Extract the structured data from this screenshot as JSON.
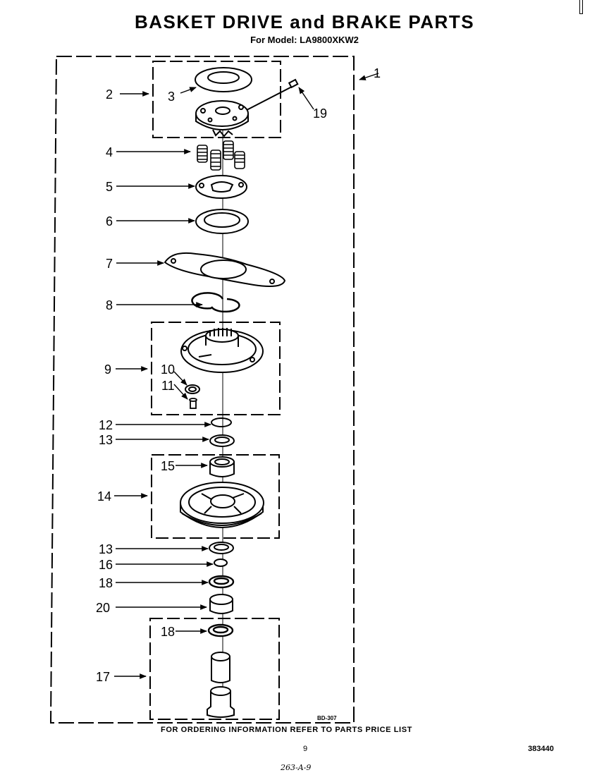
{
  "header": {
    "title": "BASKET DRIVE and BRAKE PARTS",
    "subtitle": "For Model: LA9800XKW2"
  },
  "callouts": [
    {
      "id": "c1",
      "text": "1"
    },
    {
      "id": "c2",
      "text": "2"
    },
    {
      "id": "c3",
      "text": "3"
    },
    {
      "id": "c19",
      "text": "19"
    },
    {
      "id": "c4",
      "text": "4"
    },
    {
      "id": "c5",
      "text": "5"
    },
    {
      "id": "c6",
      "text": "6"
    },
    {
      "id": "c7",
      "text": "7"
    },
    {
      "id": "c8",
      "text": "8"
    },
    {
      "id": "c9",
      "text": "9"
    },
    {
      "id": "c10",
      "text": "10"
    },
    {
      "id": "c11",
      "text": "11"
    },
    {
      "id": "c12",
      "text": "12"
    },
    {
      "id": "c13a",
      "text": "13"
    },
    {
      "id": "c15",
      "text": "15"
    },
    {
      "id": "c14",
      "text": "14"
    },
    {
      "id": "c13b",
      "text": "13"
    },
    {
      "id": "c16",
      "text": "16"
    },
    {
      "id": "c18a",
      "text": "18"
    },
    {
      "id": "c20",
      "text": "20"
    },
    {
      "id": "c18b",
      "text": "18"
    },
    {
      "id": "c17",
      "text": "17"
    }
  ],
  "diagram_ref": "BD-307",
  "footer": {
    "note": "FOR ORDERING INFORMATION REFER TO PARTS PRICE LIST",
    "page_number": "9",
    "doc_number": "383440",
    "handwritten": "263-A-9"
  }
}
